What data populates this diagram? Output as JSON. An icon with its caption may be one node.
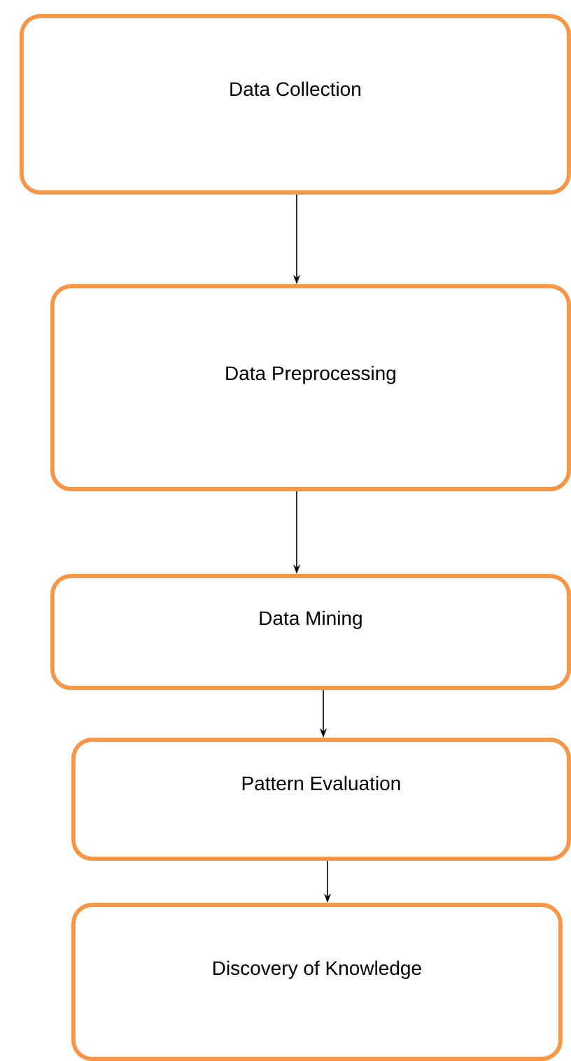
{
  "diagram": {
    "nodes": [
      {
        "text": [
          "Data Collection"
        ]
      },
      {
        "text": [
          "Data Preprocessing"
        ]
      },
      {
        "text": [
          "Data Mining"
        ]
      },
      {
        "text": [
          "Pattern Evaluation"
        ]
      },
      {
        "text": [
          "Discovery of Knowledge"
        ]
      }
    ],
    "edges": [
      {
        "from": 0,
        "to": 1,
        "arrow": "to"
      },
      {
        "from": 1,
        "to": 2,
        "arrow": "to"
      },
      {
        "from": 2,
        "to": 3,
        "arrow": "to"
      },
      {
        "from": 3,
        "to": 4,
        "arrow": "to"
      }
    ]
  }
}
